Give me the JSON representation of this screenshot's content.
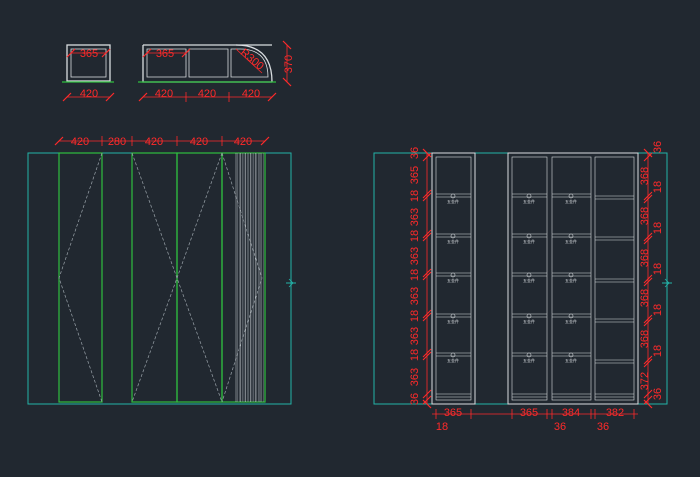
{
  "colors": {
    "background": "#212830",
    "dimension": "#ff2a2a",
    "outline": "#d9dde0",
    "elevation_frame": "#22b3a8",
    "door_panel": "#2fbf3f",
    "hidden_line": "#9aa3aa"
  },
  "plan_small": {
    "inner_width": "365",
    "outer_width": "420"
  },
  "plan_large": {
    "inner_width": "365",
    "outer_widths": [
      "420",
      "420",
      "420"
    ],
    "radius": "R300",
    "depth": "370"
  },
  "front_elevation": {
    "top_widths": [
      "420",
      "280",
      "420",
      "420",
      "420"
    ]
  },
  "interior_elevation": {
    "left_vertical": [
      "36",
      "365",
      "18",
      "363",
      "18",
      "363",
      "18",
      "363",
      "18",
      "363",
      "18",
      "363",
      "36"
    ],
    "right_vertical": [
      "36",
      "368",
      "18",
      "368",
      "18",
      "368",
      "18",
      "368",
      "18",
      "368",
      "18",
      "372",
      "36"
    ],
    "bottom_widths": [
      "365",
      "365",
      "384",
      "382"
    ],
    "bottom_gaps": [
      "18",
      "36",
      "36"
    ],
    "lock_label": "五金件"
  }
}
